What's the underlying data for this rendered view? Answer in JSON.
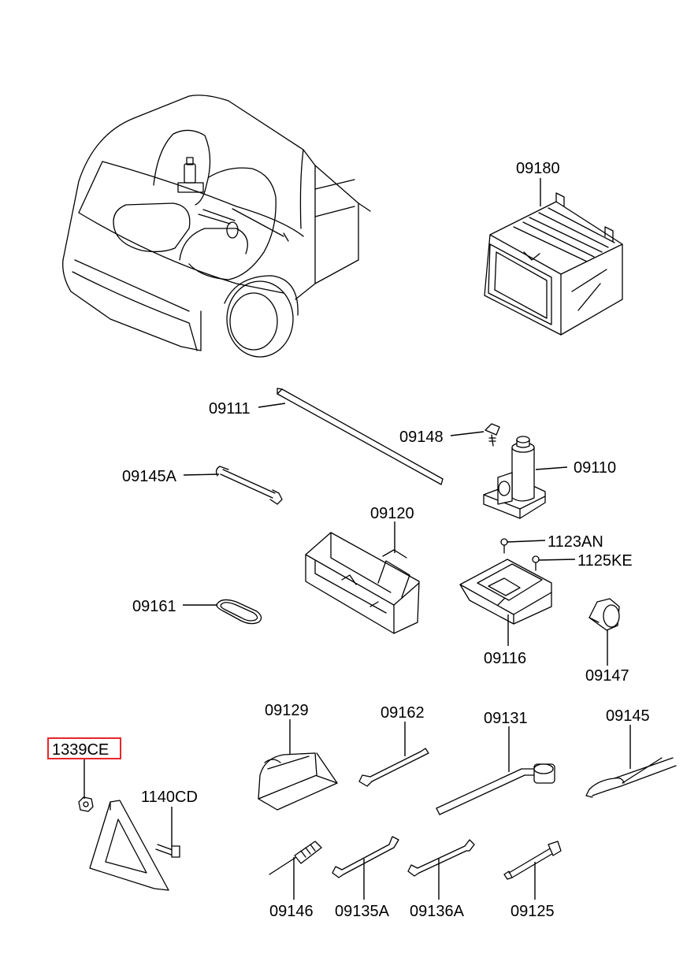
{
  "parts": {
    "p09180": "09180",
    "p09111": "09111",
    "p09148": "09148",
    "p09110": "09110",
    "p09145A": "09145A",
    "p09120": "09120",
    "p1123AN": "1123AN",
    "p1125KE": "1125KE",
    "p09161": "09161",
    "p09116": "09116",
    "p09147": "09147",
    "p09129": "09129",
    "p09162": "09162",
    "p09131": "09131",
    "p09145": "09145",
    "p1339CE": "1339CE",
    "p1140CD": "1140CD",
    "p09146": "09146",
    "p09135A": "09135A",
    "p09136A": "09136A",
    "p09125": "09125"
  },
  "highlight": {
    "part": "1339CE",
    "color": "#e8262b"
  }
}
